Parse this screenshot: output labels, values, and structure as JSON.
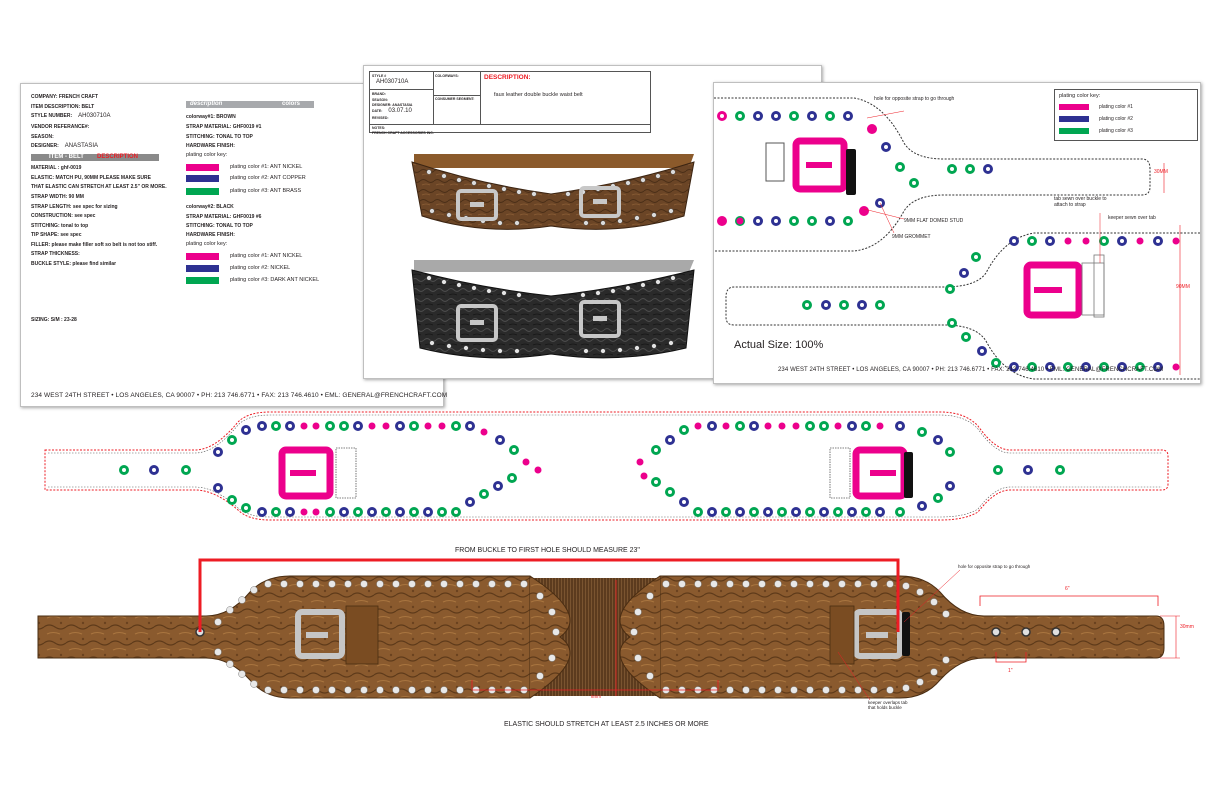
{
  "spec": {
    "company": "COMPANY: FRENCH CRAFT",
    "item_desc": "ITEM DESCRIPTION: BELT",
    "style_label": "STYLE NUMBER:",
    "style_value": "AH030710A",
    "vendor": "VENDOR REFERANCE#:",
    "season": "SEASON:",
    "designer_label": "DESIGNER:",
    "designer_value": "ANASTASIA",
    "item_belt": "ITEM - BELT",
    "description_header": "DESCRIPTION",
    "rows": [
      "MATERIAL : ghf-0019",
      "ELASTIC: MATCH PU, 90MM PLEASE MAKE SURE",
      "THAT ELASTIC CAN STRETCH AT LEAST 2.5\" OR MORE.",
      "STRAP WIDTH: 90 MM",
      "STRAP LENGTH: see spec for sizing",
      "CONSTRUCTION: see spec",
      "STITCHING: tonal to top",
      "TIP SHAPE: see spec",
      "FILLER: please make filler soft so belt is not too stiff.",
      "STRAP THICKNESS:",
      "BUCKLE STYLE: please find similar"
    ],
    "sizing": "SIZING: S/M : 23-28",
    "cw_header_left": "description",
    "cw_header_right": "colors",
    "cw1": {
      "title": "colorway#1: BROWN",
      "strap": "STRAP MATERIAL: GHF0019 #1",
      "stitch": "STITCHING: TONAL TO TOP",
      "hardware": "HARDWARE FINISH:",
      "key": "plating color key:",
      "colors": [
        {
          "label": "plating color #1: ANT NICKEL",
          "color": "#ec008c"
        },
        {
          "label": "plating color #2: ANT COPPER",
          "color": "#2e3192"
        },
        {
          "label": "plating color #3: ANT BRASS",
          "color": "#00a651"
        }
      ]
    },
    "cw2": {
      "title": "colorway#2: BLACK",
      "strap": "STRAP MATERIAL: GHF0019 #6",
      "stitch": "STITCHING: TONAL TO TOP",
      "hardware": "HARDWARE FINISH:",
      "key": "plating color key:",
      "colors": [
        {
          "label": "plating color #1: ANT NICKEL",
          "color": "#ec008c"
        },
        {
          "label": "plating color #2: NICKEL",
          "color": "#2e3192"
        },
        {
          "label": "plating color #3: DARK ANT NICKEL",
          "color": "#00a651"
        }
      ]
    },
    "address": "234 WEST 24TH STREET • LOS ANGELES, CA 90007 • PH: 213 746.6771 • FAX: 213 746.4610 • EML: GENERAL@FRENCHCRAFT.COM"
  },
  "middle": {
    "style_label": "STYLE #",
    "style_value": "AH030710A",
    "colorways": "COLORWAYS:",
    "brand": "BRAND:",
    "season": "SEASON:",
    "designer": "DESIGNER: ANASTASIA",
    "date_label": "DATE:",
    "date_value": "03.07.10",
    "revised": "REVISED:",
    "notes": "NOTES:",
    "consumer_segment": "CONSUMER SEGMENT:",
    "description_label": "DESCRIPTION:",
    "description_value": "faux leather double buckle waist belt",
    "footer_company": "FRENCH CRAFT ACCESSORIES INC."
  },
  "right": {
    "key_title": "plating color key:",
    "key": [
      {
        "label": "plating color #1",
        "color": "#ec008c"
      },
      {
        "label": "plating color #2",
        "color": "#2e3192"
      },
      {
        "label": "plating color #3",
        "color": "#00a651"
      }
    ],
    "hole_note": "hole for opposite strap to go through",
    "stud_note": "9MM FLAT DOMED STUD",
    "grommet_note": "9MM GROMMET",
    "tab_note": "tab sewn over buckle to attach to strap",
    "keeper_note": "keeper sewn over tab",
    "dim_30": "30MM",
    "dim_90": "90MM",
    "actual_size": "Actual Size: 100%",
    "address": "234 WEST 24TH STREET • LOS ANGELES, CA 90007 • PH: 213 746.6771 • FAX: 213 746.4610 • EML: GENERAL@FRENCHCRAFT.COM"
  },
  "bottom": {
    "measure_note": "FROM BUCKLE TO FIRST HOLE SHOULD MEASURE 23\"",
    "elastic_note": "ELASTIC SHOULD STRETCH AT LEAST 2.5 INCHES OR MORE",
    "hole_note": "hole for opposite strap to go through",
    "keeper_note": "keeper overlaps tab that holds buckle",
    "dim_6": "6\"",
    "dim_1": "1\"",
    "dim_30": "30mm",
    "dim_8mm": "8mm"
  }
}
